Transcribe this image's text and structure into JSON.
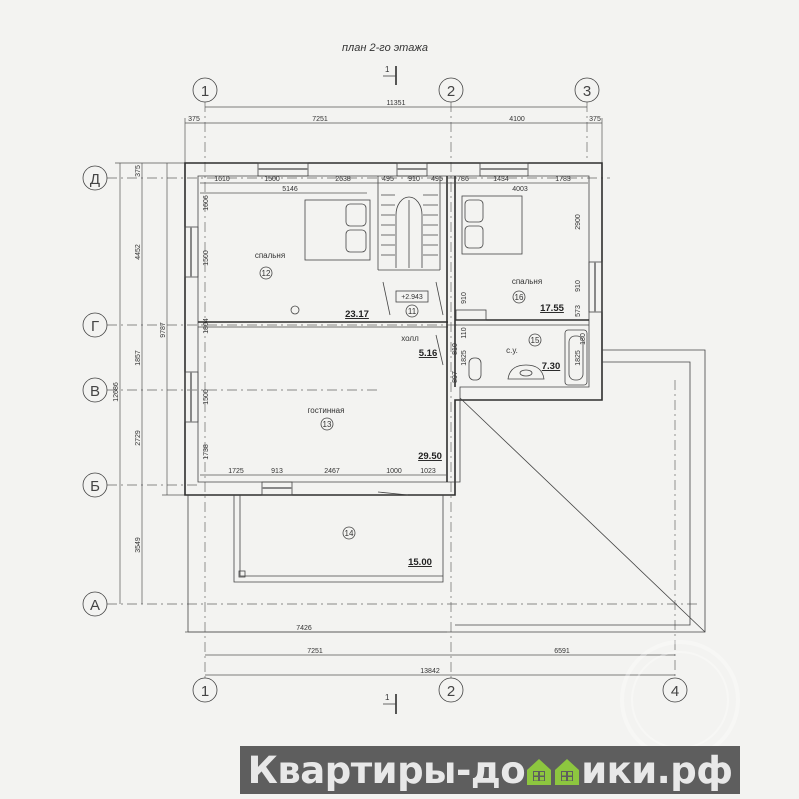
{
  "title": "план 2-го этажа",
  "section_mark": "1",
  "axes": {
    "top": [
      "1",
      "2",
      "3"
    ],
    "bottom": [
      "1",
      "2",
      "4"
    ],
    "rows": [
      "Д",
      "Г",
      "В",
      "Б",
      "А"
    ]
  },
  "dims": {
    "top_total": "11351",
    "top_parts": [
      "375",
      "7251",
      "4100",
      "375"
    ],
    "inner_top": [
      "1610",
      "1500",
      "2638",
      "495",
      "910",
      "495",
      "786",
      "1434",
      "1783"
    ],
    "inner_sub": [
      "5146",
      "4003"
    ],
    "left_outer": [
      "375",
      "4452",
      "1857",
      "2729",
      "3549"
    ],
    "left_total": "12686",
    "left_mid": "9787",
    "left_inner": [
      "1606",
      "1500",
      "1804",
      "1500",
      "1738"
    ],
    "living_bottom": [
      "1725",
      "913",
      "2467",
      "1000",
      "1023"
    ],
    "right_bedroom": [
      "2900",
      "910",
      "573"
    ],
    "hall": [
      "910",
      "110",
      "810",
      "1825",
      "897"
    ],
    "bath": [
      "180",
      "1825"
    ],
    "bottom_terrace": "7426",
    "bottom_parts": [
      "7251",
      "6591"
    ],
    "bottom_total": "13842"
  },
  "rooms": [
    {
      "name": "спальня",
      "number": "12",
      "area": "23.17"
    },
    {
      "name": "холл",
      "number": "11",
      "area": "5.16",
      "level": "+2.943"
    },
    {
      "name": "спальня",
      "number": "16",
      "area": "17.55"
    },
    {
      "name": "с.у.",
      "number": "15",
      "area": "7.30"
    },
    {
      "name": "гостинная",
      "number": "13",
      "area": "29.50"
    },
    {
      "name": "",
      "number": "14",
      "area": "15.00"
    }
  ],
  "logo": {
    "text": "Квартиры-домики.рф",
    "before": "Квартиры-до",
    "after": "ики.рф",
    "accent": "#8dc63f",
    "bg": "#5e5e5e"
  }
}
